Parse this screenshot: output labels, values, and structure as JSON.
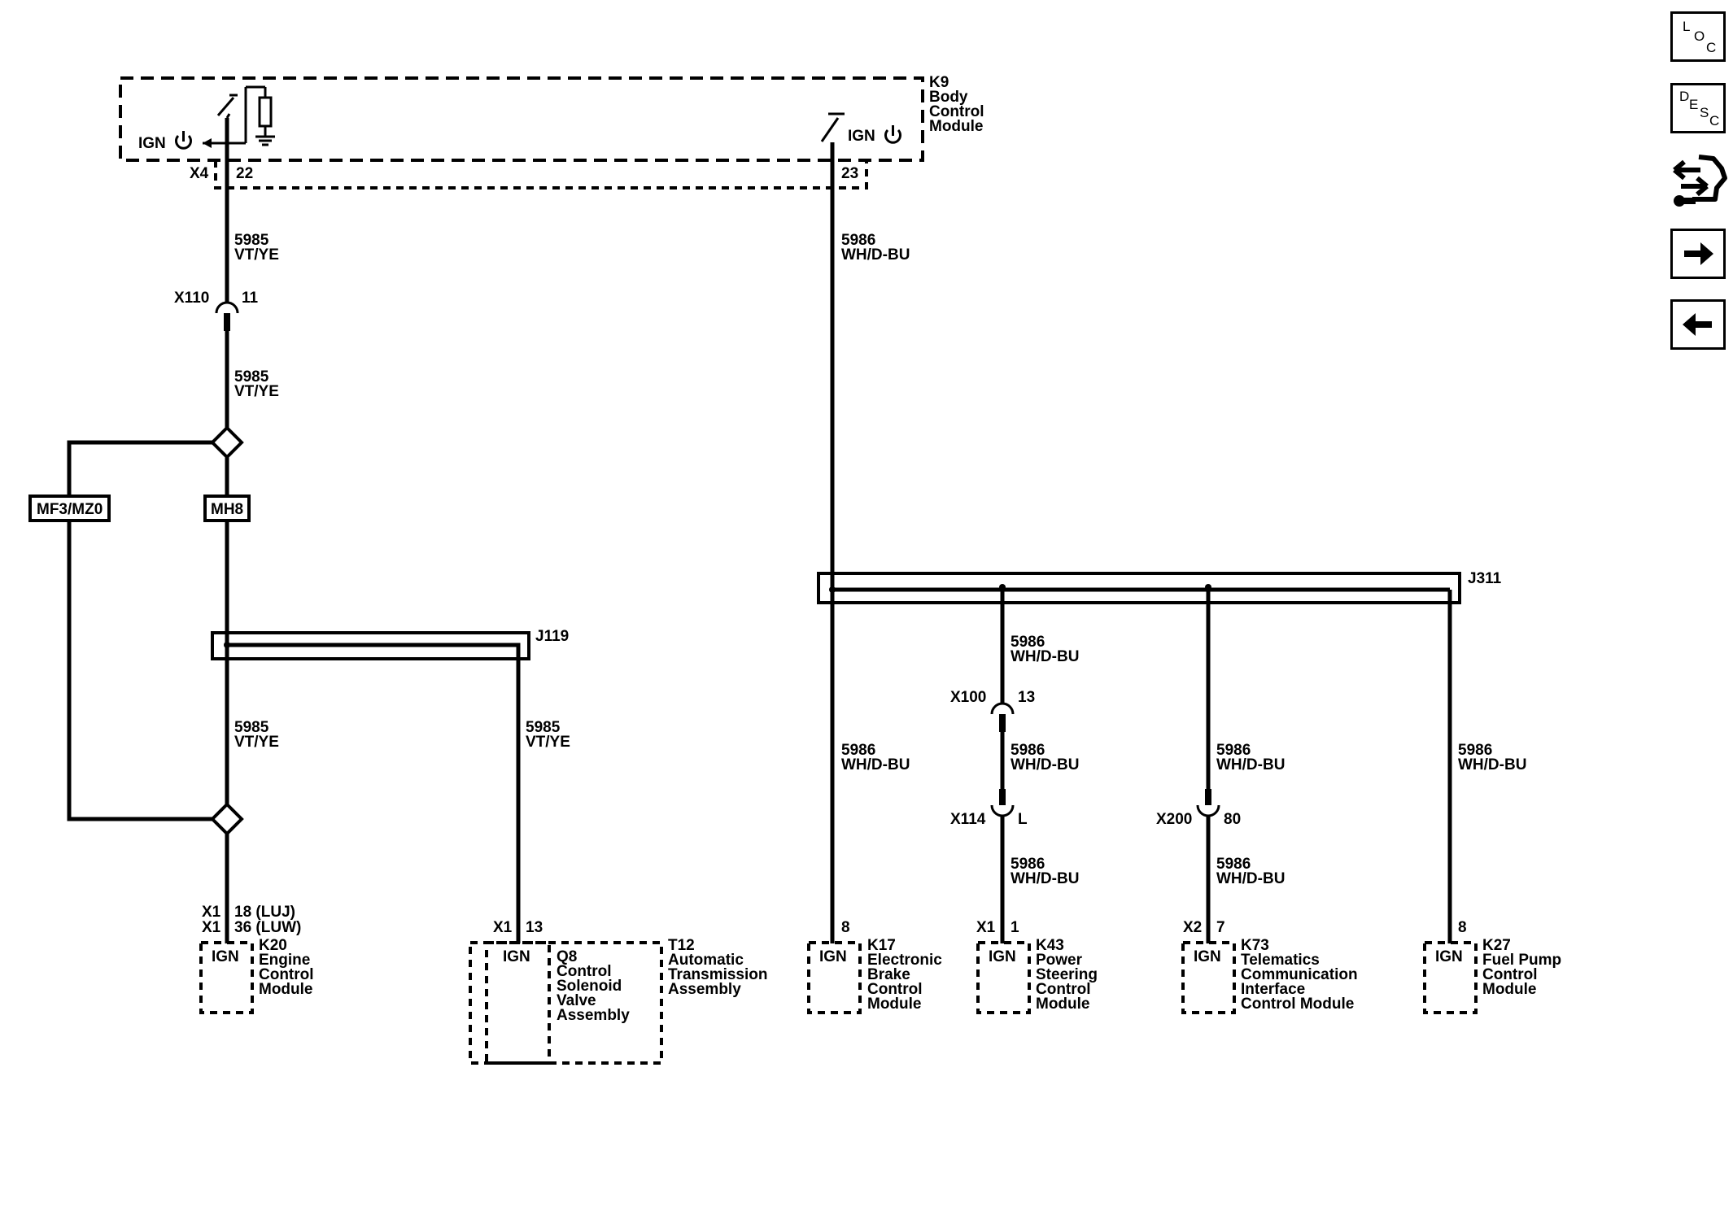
{
  "bcm": {
    "ref": "K9",
    "name_lines": [
      "Body",
      "Control",
      "Module"
    ],
    "ign": "IGN",
    "conn": "X4",
    "pin_a": "22",
    "pin_b": "23"
  },
  "wires": {
    "c5985": "5985",
    "vtye": "VT/YE",
    "c5986": "5986",
    "whdbu": "WH/D-BU"
  },
  "x110": {
    "ref": "X110",
    "pin": "11"
  },
  "options": {
    "mf3": "MF3/MZ0",
    "mh8": "MH8"
  },
  "j119": "J119",
  "j311": "J311",
  "x100": {
    "ref": "X100",
    "pin": "13"
  },
  "x114": {
    "ref": "X114",
    "pin": "L"
  },
  "x200": {
    "ref": "X200",
    "pin": "80"
  },
  "k20": {
    "conn": "X1",
    "pin1": "18 (LUJ)",
    "pin2": "36 (LUW)",
    "ign": "IGN",
    "ref": "K20",
    "name_lines": [
      "Engine",
      "Control",
      "Module"
    ]
  },
  "t12": {
    "conn": "X1",
    "pin": "13",
    "ign": "IGN",
    "q8": "Q8",
    "q8_lines": [
      "Control",
      "Solenoid",
      "Valve",
      "Assembly"
    ],
    "ref": "T12",
    "name_lines": [
      "Automatic",
      "Transmission",
      "Assembly"
    ]
  },
  "k17": {
    "pin": "8",
    "ign": "IGN",
    "ref": "K17",
    "name_lines": [
      "Electronic",
      "Brake",
      "Control",
      "Module"
    ]
  },
  "k43": {
    "conn": "X1",
    "pin": "1",
    "ign": "IGN",
    "ref": "K43",
    "name_lines": [
      "Power",
      "Steering",
      "Control",
      "Module"
    ]
  },
  "k73": {
    "conn": "X2",
    "pin": "7",
    "ign": "IGN",
    "ref": "K73",
    "name_lines": [
      "Telematics",
      "Communication",
      "Interface",
      "Control Module"
    ]
  },
  "k27": {
    "pin": "8",
    "ign": "IGN",
    "ref": "K27",
    "name_lines": [
      "Fuel Pump",
      "Control",
      "Module"
    ]
  },
  "sidebar": {
    "loc": [
      "L",
      "O",
      "C"
    ],
    "desc": [
      "D",
      "E",
      "S",
      "C"
    ],
    "icons": [
      "connector-tool-icon",
      "arrow-right-icon",
      "arrow-left-icon"
    ]
  }
}
